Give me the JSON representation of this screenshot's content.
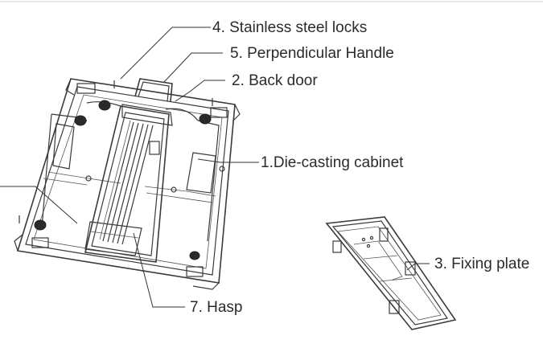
{
  "labels": {
    "stainless_locks": "4. Stainless steel locks",
    "handle": "5. Perpendicular Handle",
    "back_door": "2. Back door",
    "cabinet": "1.Die-casting cabinet",
    "fixing_plate": "3. Fixing plate",
    "hasp": "7. Hasp"
  },
  "colors": {
    "line": "#3a3a3a",
    "text": "#2b2b2b",
    "background": "#ffffff"
  }
}
